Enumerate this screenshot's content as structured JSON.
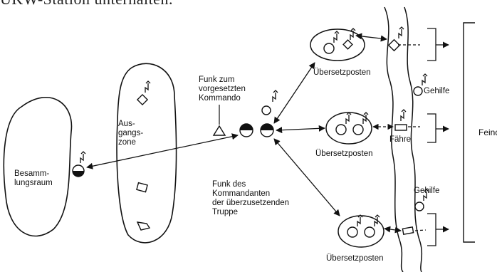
{
  "heading": "UKW-Station unterhalten.",
  "labels": {
    "sammelraum": [
      "Besamm-",
      "lungsraum"
    ],
    "ausgangszone": [
      "Aus-",
      "gangs-",
      "zone"
    ],
    "funk_kommando": [
      "Funk zum",
      "vorgesetzten",
      "Kommando"
    ],
    "funk_kommandant": [
      "Funk des",
      "Kommandanten",
      "der überzusetzenden",
      "Truppe"
    ],
    "posten_top": "Übersetzposten",
    "posten_mid": "Übersetzposten",
    "posten_bot": "Übersetzposten",
    "gehilfe_top": "Gehilfe",
    "gehilfe_bot": "Gehilfe",
    "faehre": "Fähre",
    "feind": "Feind"
  },
  "colors": {
    "ink": "#111111",
    "paper": "#ffffff"
  },
  "icons": [
    "radio-antenna-icon",
    "diamond-icon",
    "triangle-icon",
    "radio-station-icon",
    "ferry-icon"
  ]
}
